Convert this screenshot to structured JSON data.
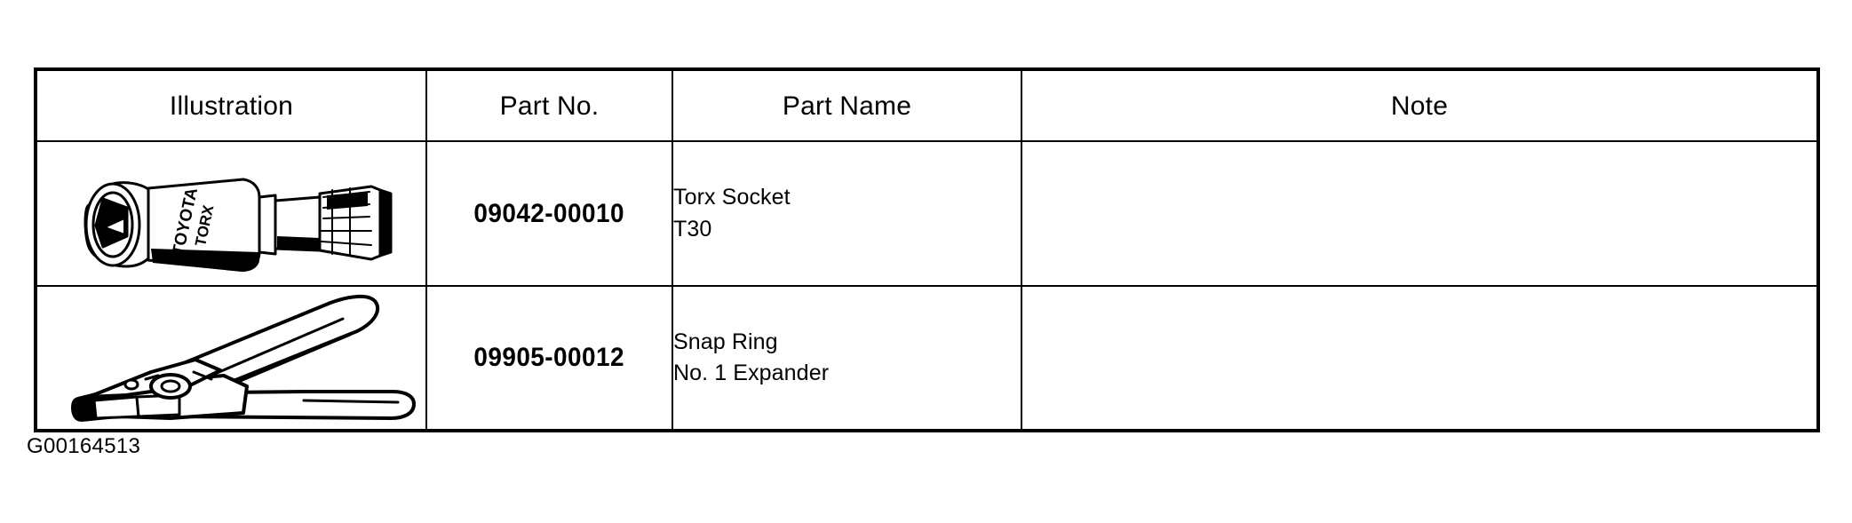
{
  "table": {
    "columns": [
      {
        "key": "illustration",
        "label": "Illustration"
      },
      {
        "key": "part_no",
        "label": "Part No."
      },
      {
        "key": "part_name",
        "label": "Part Name"
      },
      {
        "key": "note",
        "label": "Note"
      }
    ],
    "rows": [
      {
        "illustration_name": "torx-socket-illustration",
        "illustration_markings": [
          "TOYOTA",
          "TORX"
        ],
        "part_no": "09042-00010",
        "part_name_line1": "Torx Socket",
        "part_name_line2": "T30",
        "note": ""
      },
      {
        "illustration_name": "snap-ring-expander-pliers-illustration",
        "illustration_markings": [],
        "part_no": "09905-00012",
        "part_name_line1": "Snap Ring",
        "part_name_line2": "No. 1 Expander",
        "note": ""
      }
    ]
  },
  "caption": "G00164513",
  "colors": {
    "ink": "#000000",
    "paper": "#ffffff"
  }
}
